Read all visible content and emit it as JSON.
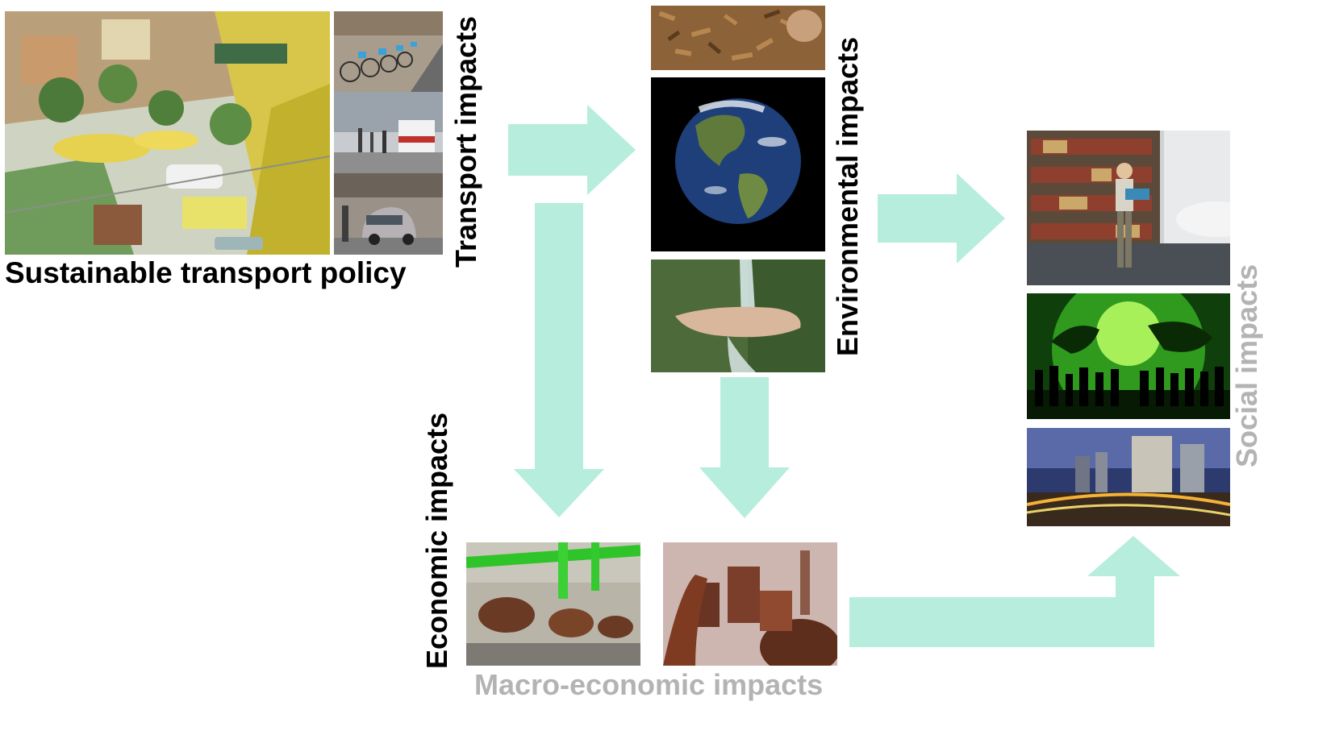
{
  "labels": {
    "policy": "Sustainable transport policy",
    "transport": "Transport impacts",
    "environmental": "Environmental  impacts",
    "economic": "Economic impacts",
    "social": "Social impacts",
    "macro": "Macro-economic impacts"
  },
  "colors": {
    "arrow": "#a9ead6",
    "text_dark": "#000000",
    "text_gray": "#b3b3b3"
  },
  "photos": [
    "city-painting",
    "bike-share",
    "bus-street",
    "electric-car",
    "wood-chips",
    "earth",
    "water-hand",
    "library-child",
    "green-globe-crowd",
    "city-night",
    "industrial-pipes",
    "steel-plant"
  ]
}
